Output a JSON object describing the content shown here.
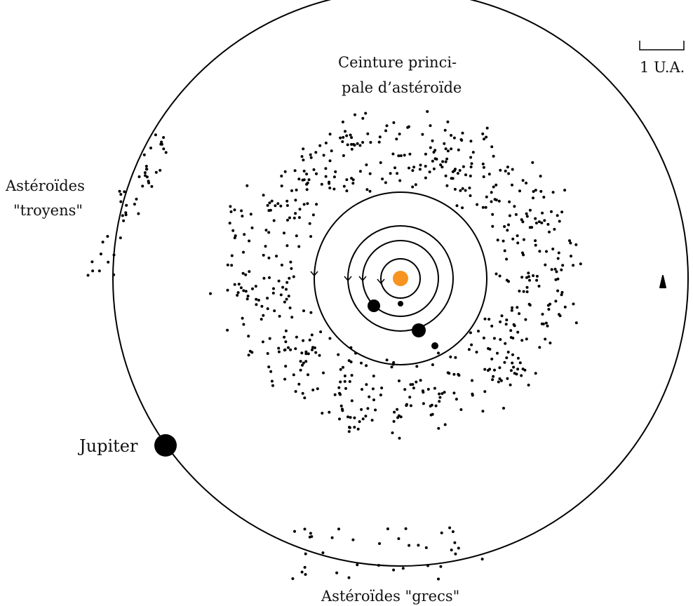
{
  "labels": {
    "main_belt_line1": "Ceinture princi-",
    "main_belt_line2": "pale d’astéroïde",
    "trojans_line1": "Astéroïdes",
    "trojans_line2": "\"troyens\"",
    "greeks": "Astéroïdes \"grecs\"",
    "jupiter": "Jupiter",
    "scale": "1 U.A."
  },
  "colors": {
    "sun": "#f7931e",
    "ink": "#000000"
  }
}
